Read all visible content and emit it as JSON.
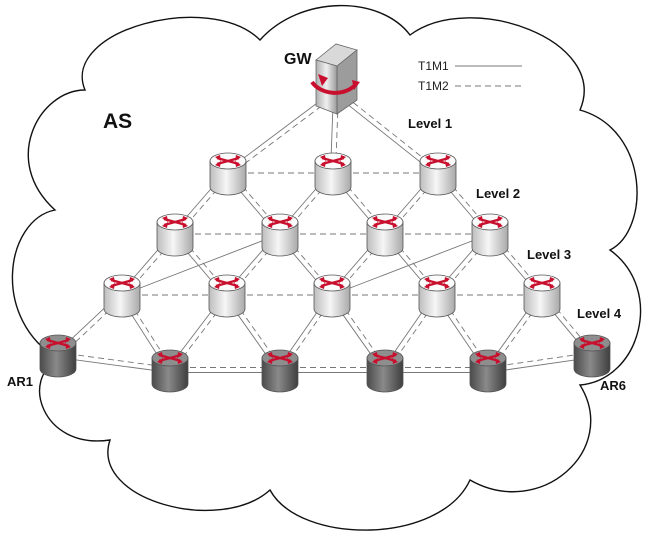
{
  "diagram": {
    "as_label": "AS",
    "gateway_label": "GW",
    "legend": [
      {
        "label": "T1M1",
        "style": "solid"
      },
      {
        "label": "T1M2",
        "style": "dashed"
      }
    ],
    "levels": [
      "Level 1",
      "Level 2",
      "Level 3",
      "Level 4"
    ],
    "access_router_labels": [
      "AR1",
      "AR6"
    ],
    "node_counts": {
      "level_1": 3,
      "level_2": 4,
      "level_3": 5,
      "access": 6
    },
    "colors": {
      "router_white": "#e9e9e9",
      "router_dark": "#6e6e6e",
      "arrows": "#c8102e",
      "link": "#777777"
    }
  }
}
